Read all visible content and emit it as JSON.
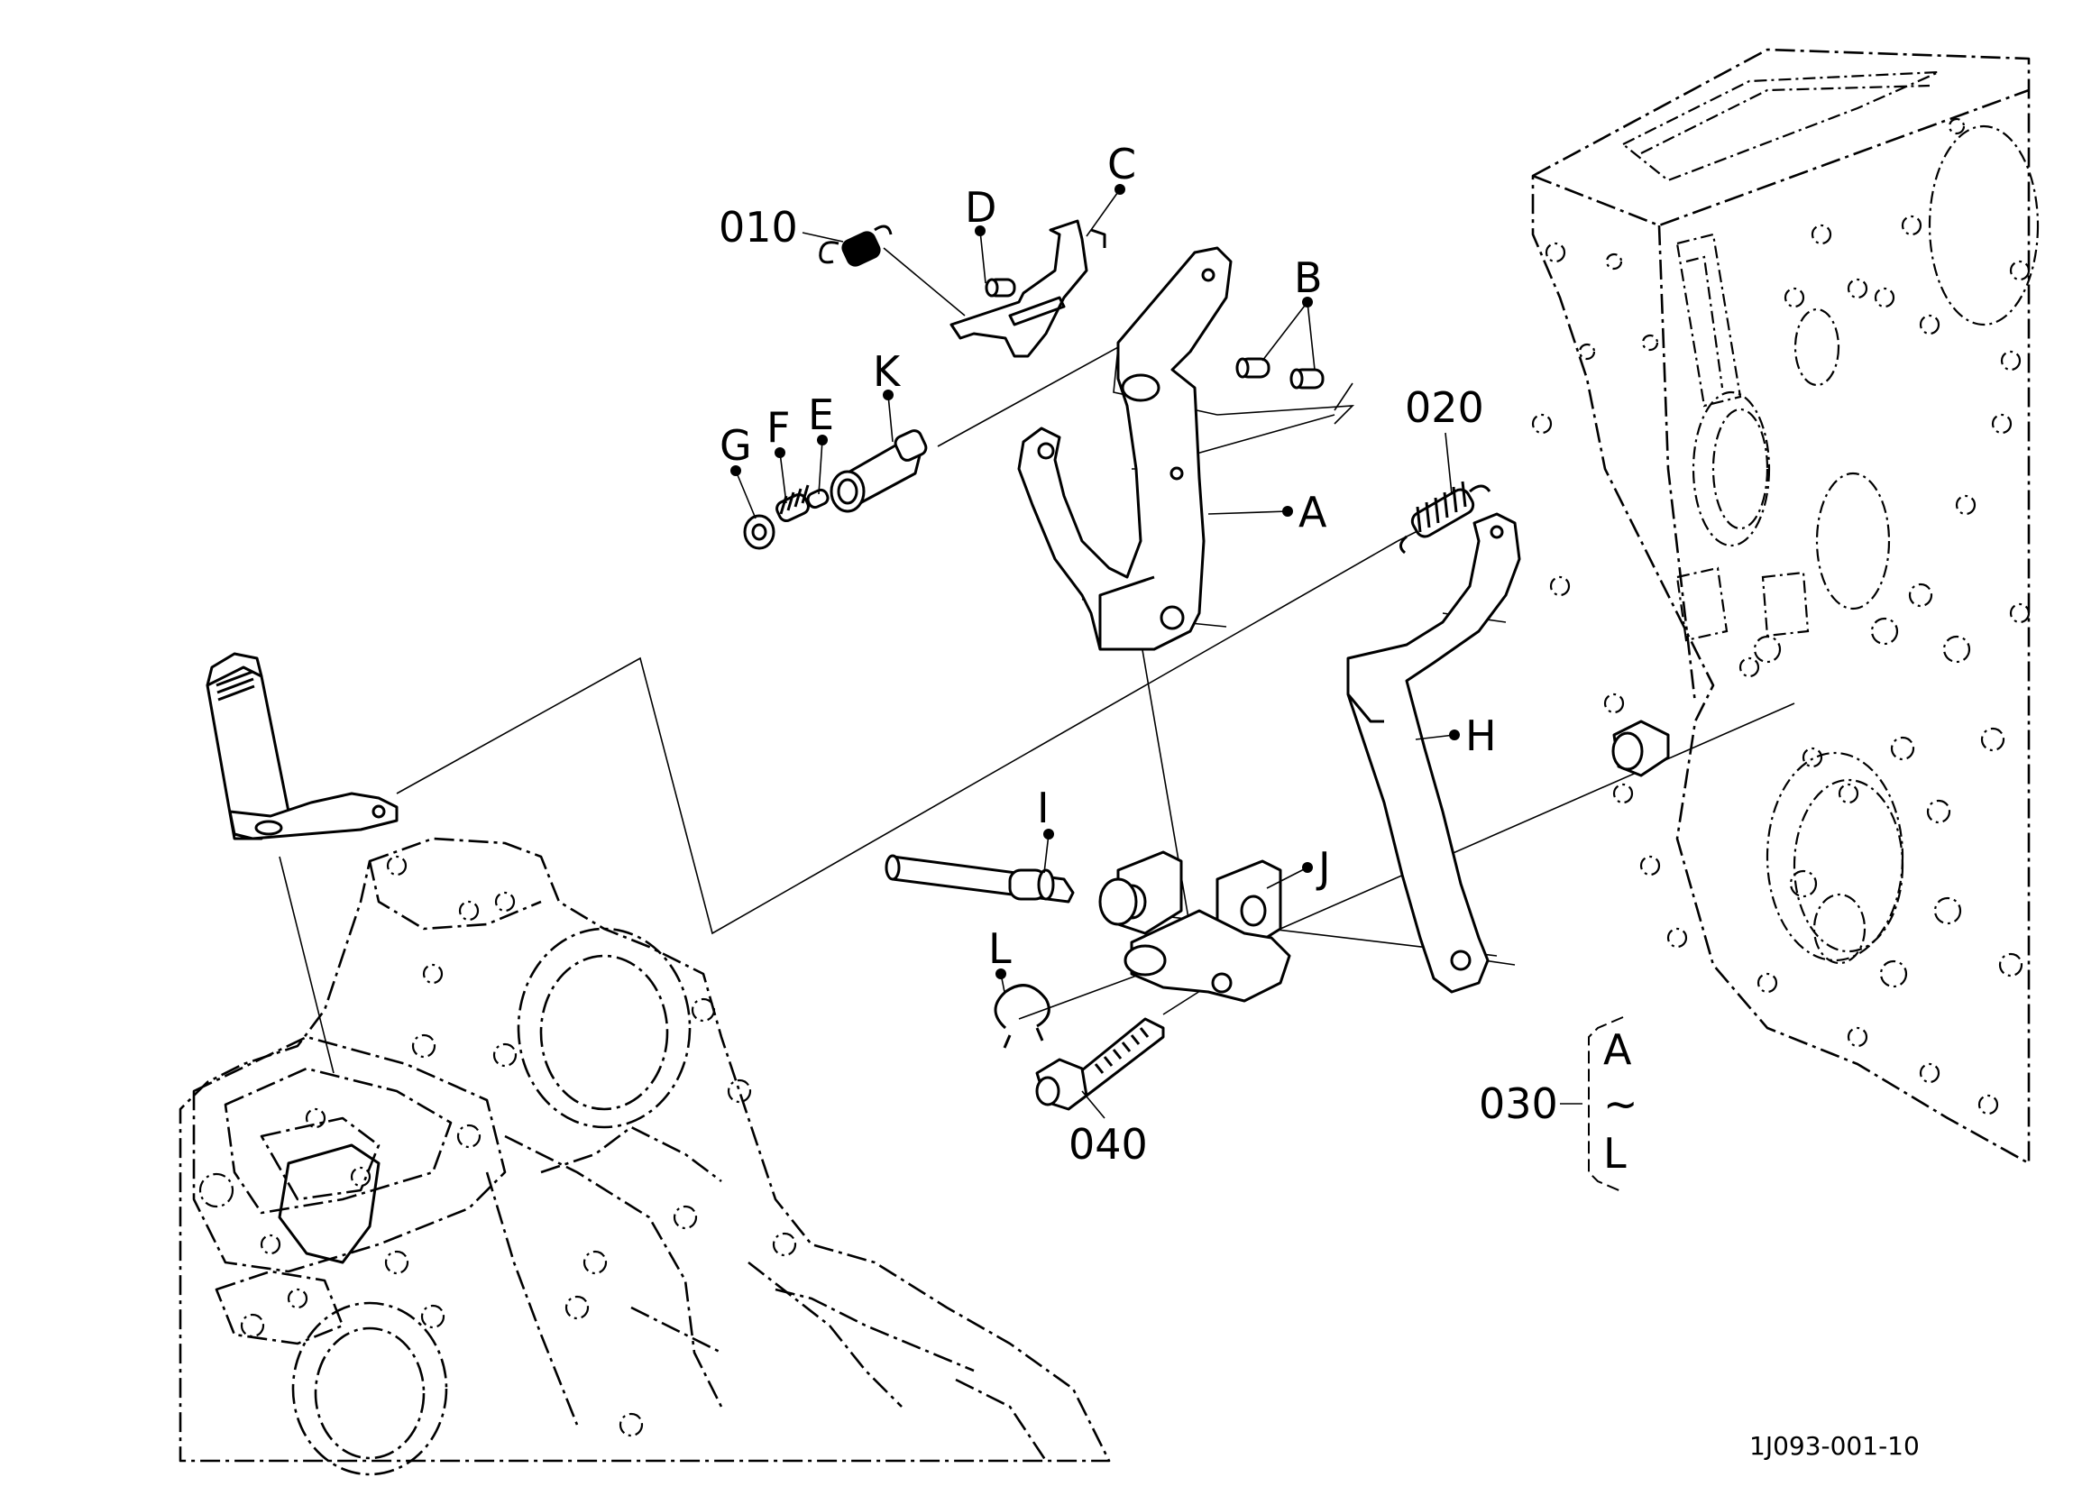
{
  "callouts": {
    "p010": "010",
    "p020": "020",
    "p030": "030",
    "p040": "040",
    "A": "A",
    "B": "B",
    "C": "C",
    "D": "D",
    "E": "E",
    "F": "F",
    "G": "G",
    "H": "H",
    "I": "I",
    "J": "J",
    "K": "K",
    "L": "L"
  },
  "range_bracket": {
    "from": "A",
    "tilde": "~",
    "to": "L"
  },
  "drawing_code": "1J093-001-10"
}
